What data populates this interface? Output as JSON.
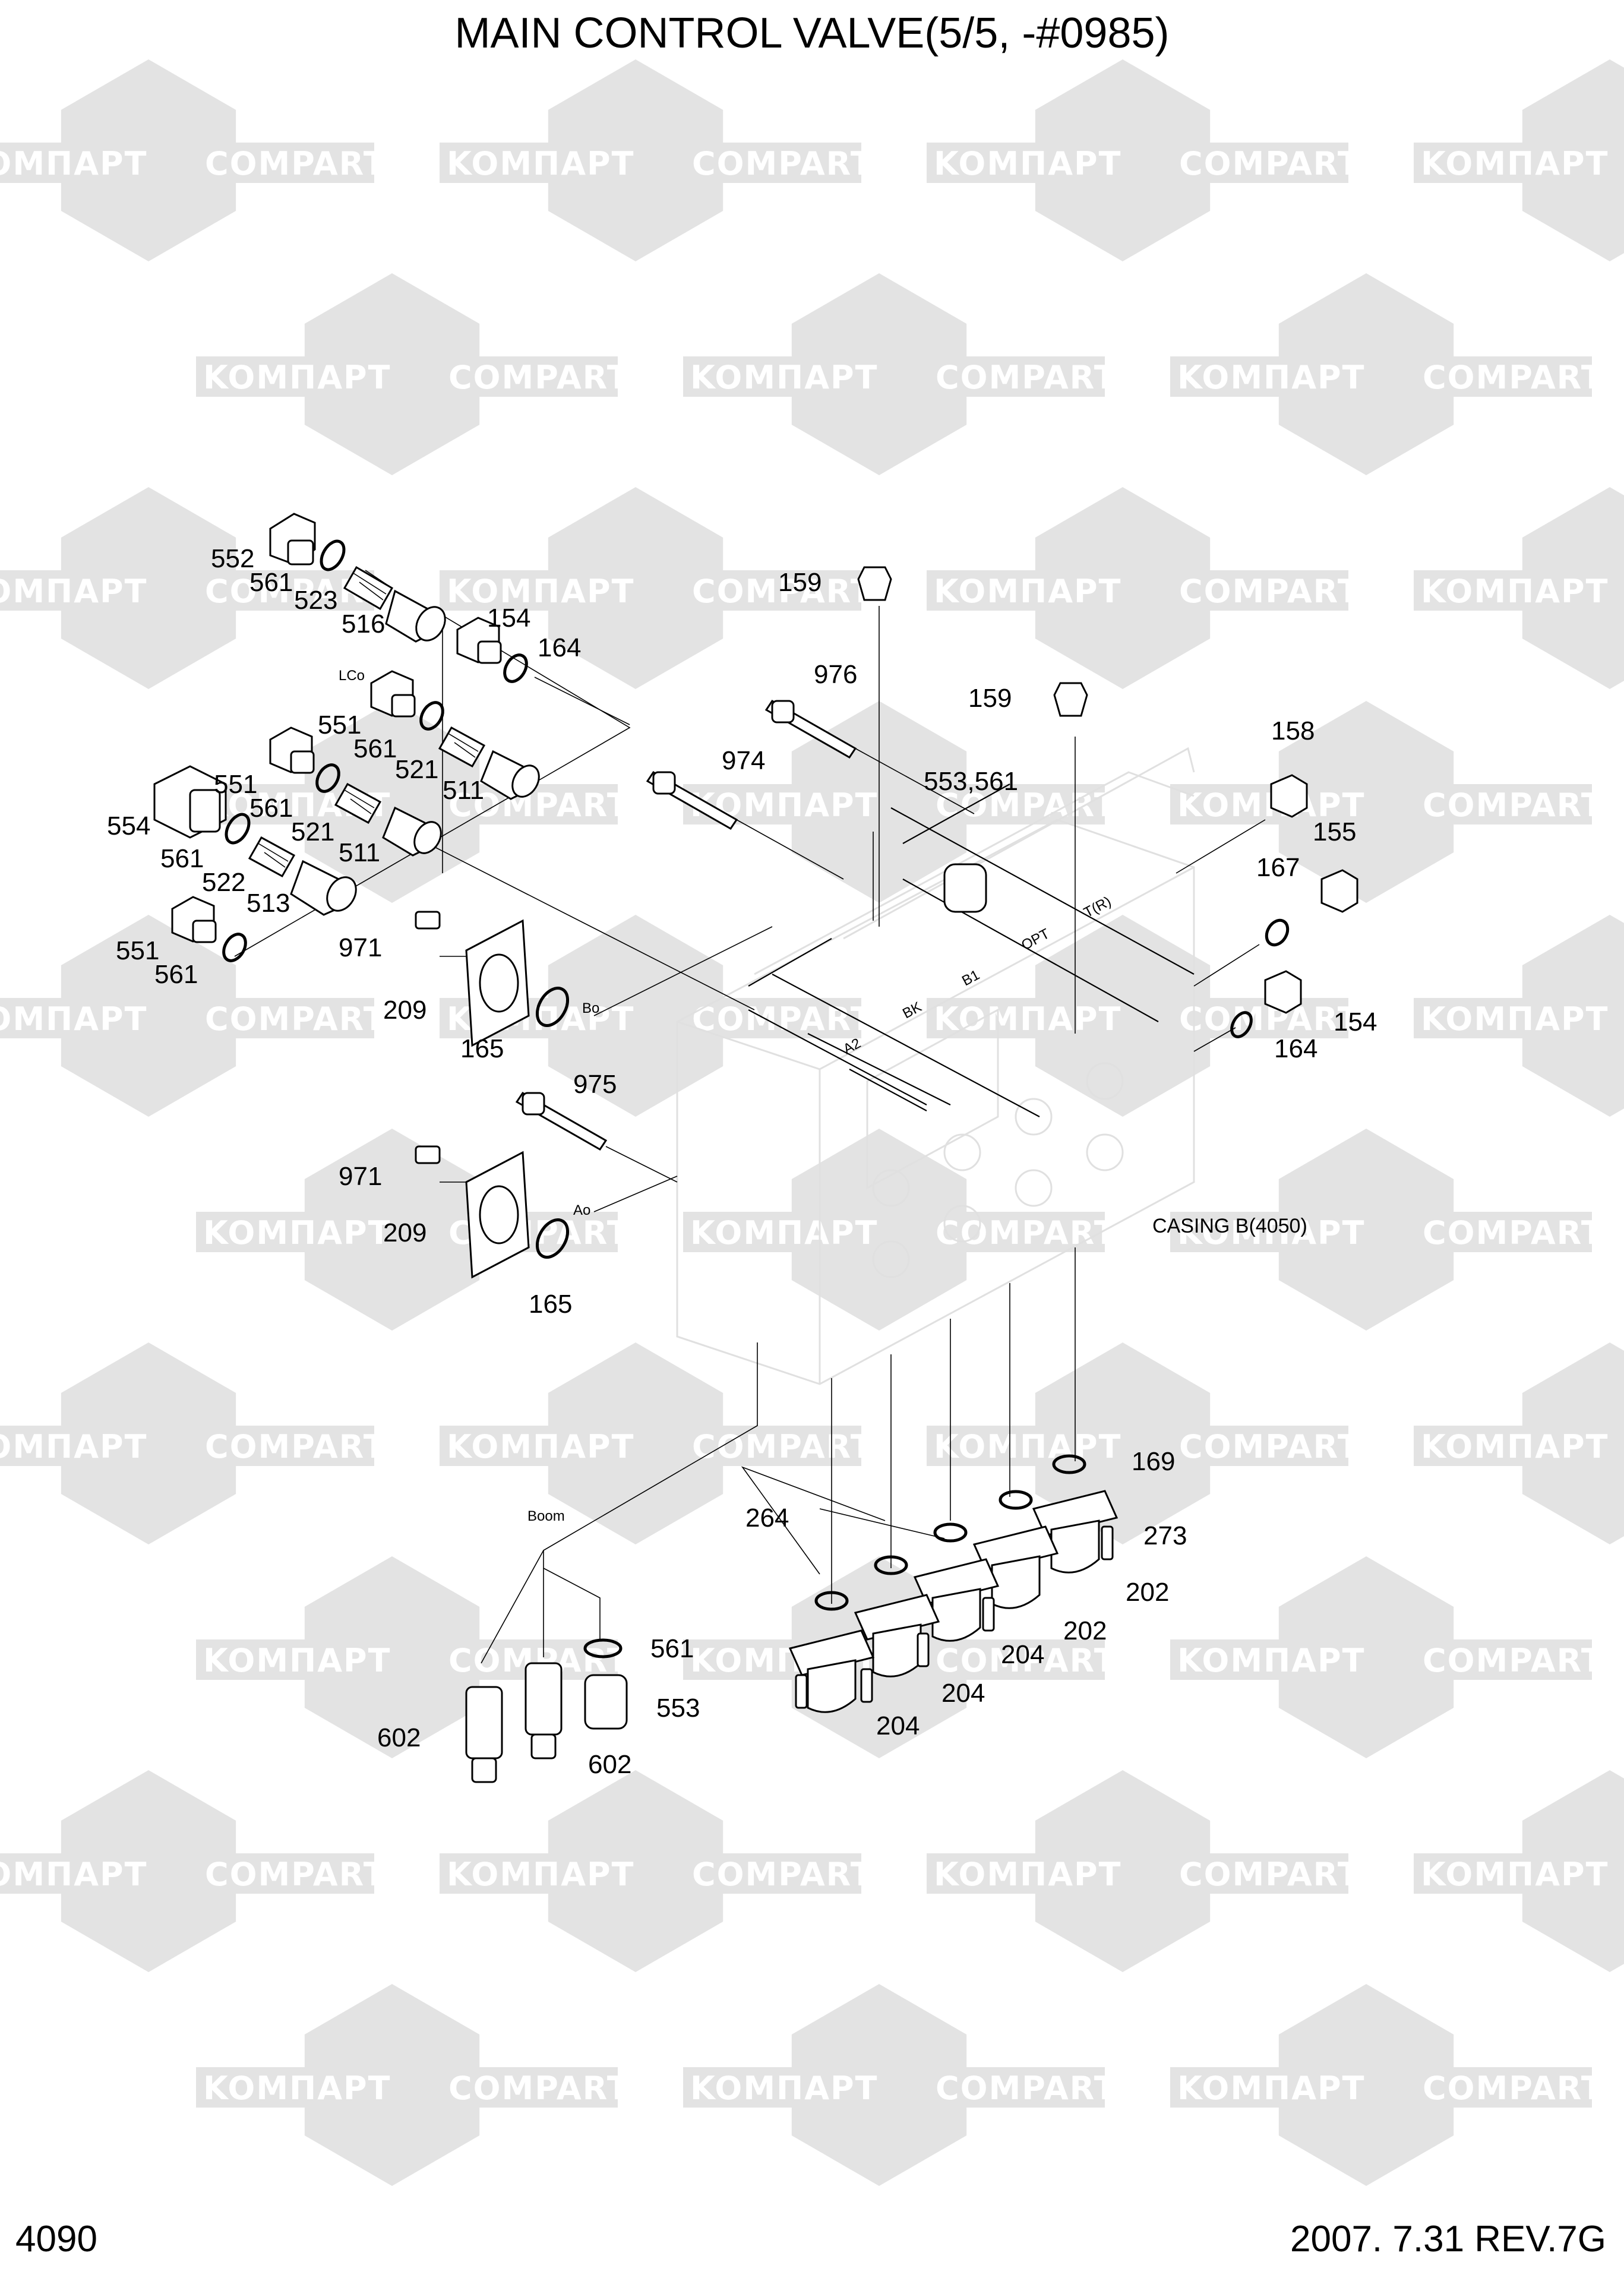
{
  "title": "MAIN CONTROL VALVE(5/5, -#0985)",
  "page_number": "4090",
  "revision": "2007. 7.31 REV.7G",
  "watermark": {
    "brand_a": "KOMПАРТ",
    "brand_b": "COMPART"
  },
  "assembly_label": "CASING B(4050)",
  "port_labels": {
    "lco": "LCo",
    "bo": "Bo",
    "ao": "Ao",
    "boom": "Boom",
    "tr": "T(R)",
    "opt": "OPT",
    "b1": "B1",
    "bk": "BK",
    "a2": "A2"
  },
  "callouts": {
    "c552": "552",
    "c561a": "561",
    "c523": "523",
    "c516": "516",
    "c154a": "154",
    "c164a": "164",
    "c551a": "551",
    "c561b": "561",
    "c521a": "521",
    "c511a": "511",
    "c551b": "551",
    "c561c": "561",
    "c521b": "521",
    "c511b": "511",
    "c554": "554",
    "c561d": "561",
    "c522": "522",
    "c513": "513",
    "c551c": "551",
    "c561e": "561",
    "c971a": "971",
    "c209a": "209",
    "c165a": "165",
    "c975": "975",
    "c971b": "971",
    "c209b": "209",
    "c165b": "165",
    "c159a": "159",
    "c976": "976",
    "c159b": "159",
    "c974": "974",
    "c553_561": "553,561",
    "c158": "158",
    "c155": "155",
    "c167": "167",
    "c154b": "154",
    "c164b": "164",
    "c169": "169",
    "c264": "264",
    "c273": "273",
    "c202a": "202",
    "c202b": "202",
    "c204a": "204",
    "c204b": "204",
    "c204c": "204",
    "c561f": "561",
    "c553": "553",
    "c602a": "602",
    "c602b": "602"
  }
}
